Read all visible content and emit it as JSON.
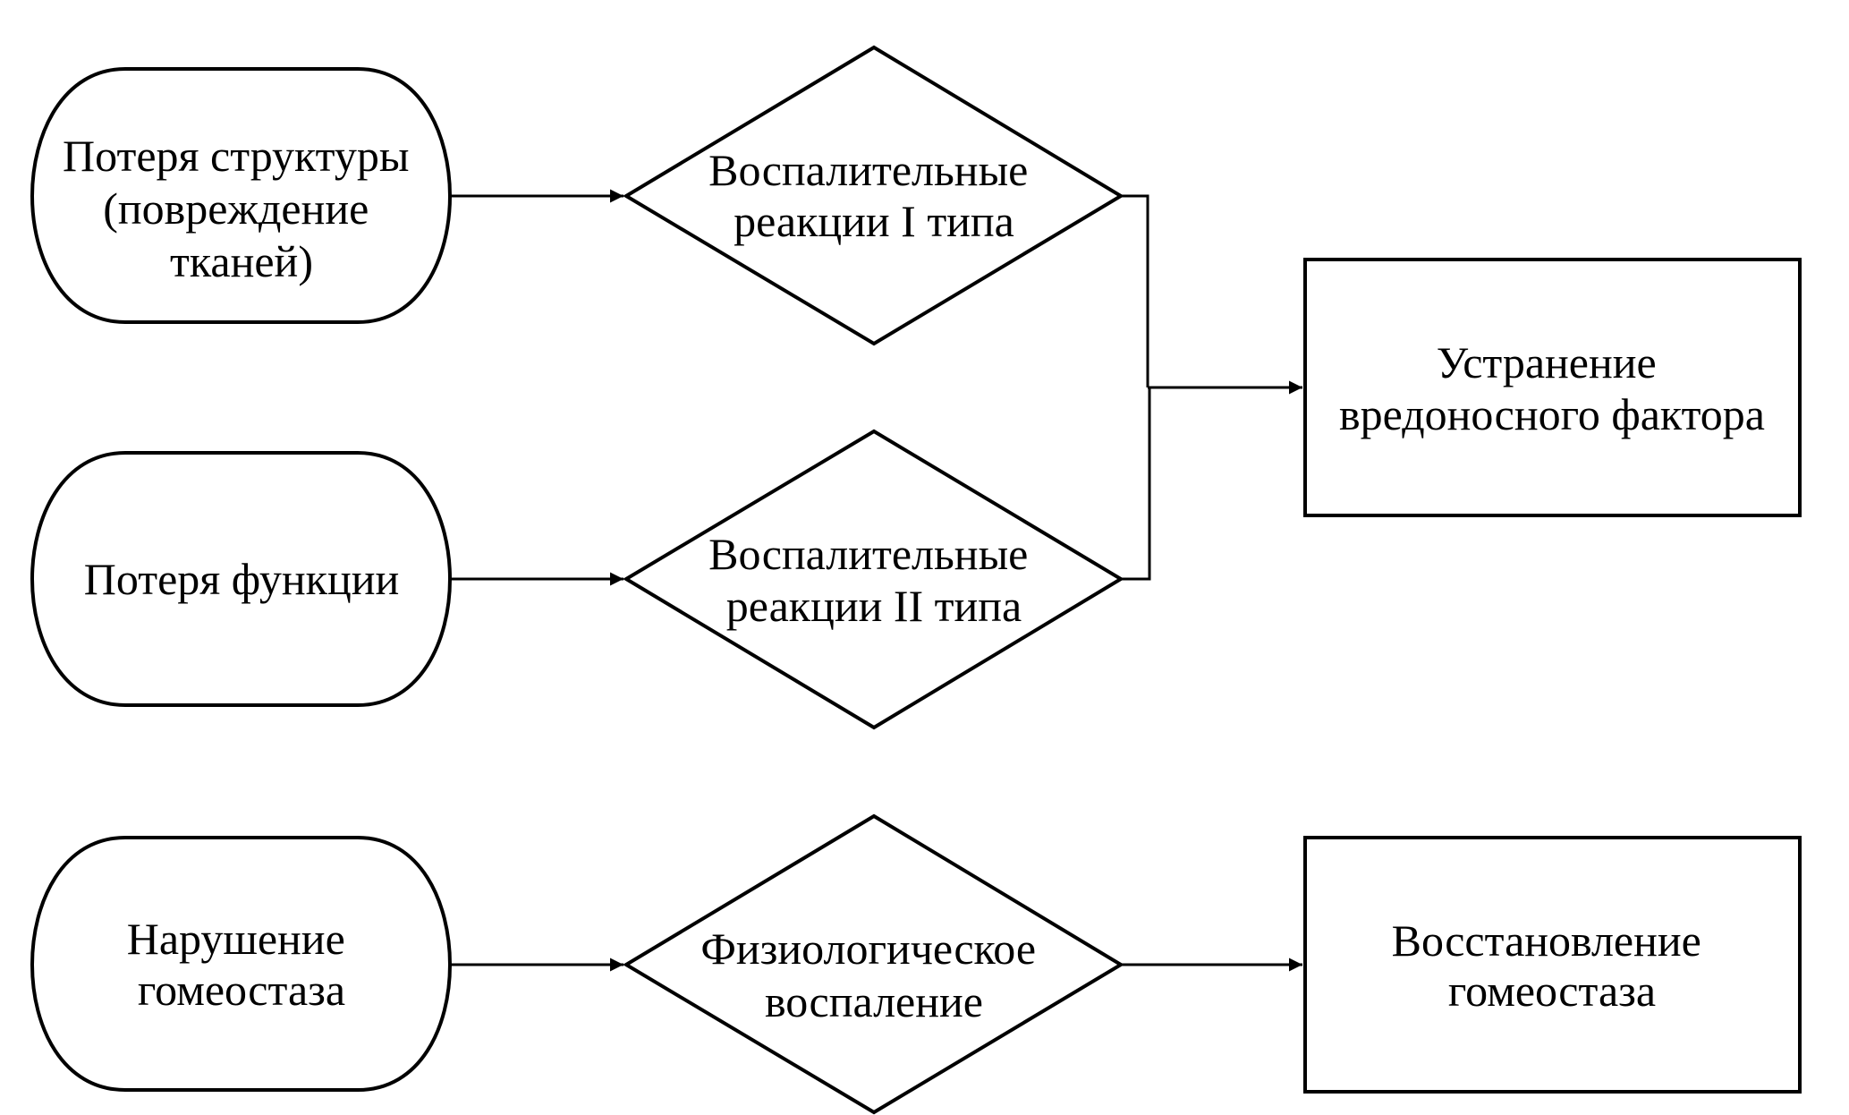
{
  "diagram": {
    "type": "flowchart",
    "language": "ru",
    "colors": {
      "stroke": "#000000",
      "fill": "#ffffff",
      "text": "#000000"
    },
    "nodes": {
      "structure_loss": {
        "shape": "terminator",
        "lines": [
          "Потеря структуры",
          "(повреждение",
          "тканей)"
        ]
      },
      "function_loss": {
        "shape": "terminator",
        "lines": [
          "Потеря функции"
        ]
      },
      "homeostasis_disruption": {
        "shape": "terminator",
        "lines": [
          "Нарушение",
          "гомеостаза"
        ]
      },
      "inflammation_type1": {
        "shape": "decision",
        "lines": [
          "Воспалительные",
          "реакции I типа"
        ]
      },
      "inflammation_type2": {
        "shape": "decision",
        "lines": [
          "Воспалительные",
          "реакции II типа"
        ]
      },
      "physiological_inflammation": {
        "shape": "decision",
        "lines": [
          "Физиологическое",
          "воспаление"
        ]
      },
      "harmful_factor_elimination": {
        "shape": "process",
        "lines": [
          "Устранение",
          "вредоносного фактора"
        ]
      },
      "homeostasis_restoration": {
        "shape": "process",
        "lines": [
          "Восстановление",
          "гомеостаза"
        ]
      }
    },
    "edges": [
      {
        "from": "structure_loss",
        "to": "inflammation_type1"
      },
      {
        "from": "function_loss",
        "to": "inflammation_type2"
      },
      {
        "from": "homeostasis_disruption",
        "to": "physiological_inflammation"
      },
      {
        "from": "inflammation_type1",
        "to": "harmful_factor_elimination"
      },
      {
        "from": "inflammation_type2",
        "to": "harmful_factor_elimination"
      },
      {
        "from": "physiological_inflammation",
        "to": "homeostasis_restoration"
      }
    ]
  }
}
